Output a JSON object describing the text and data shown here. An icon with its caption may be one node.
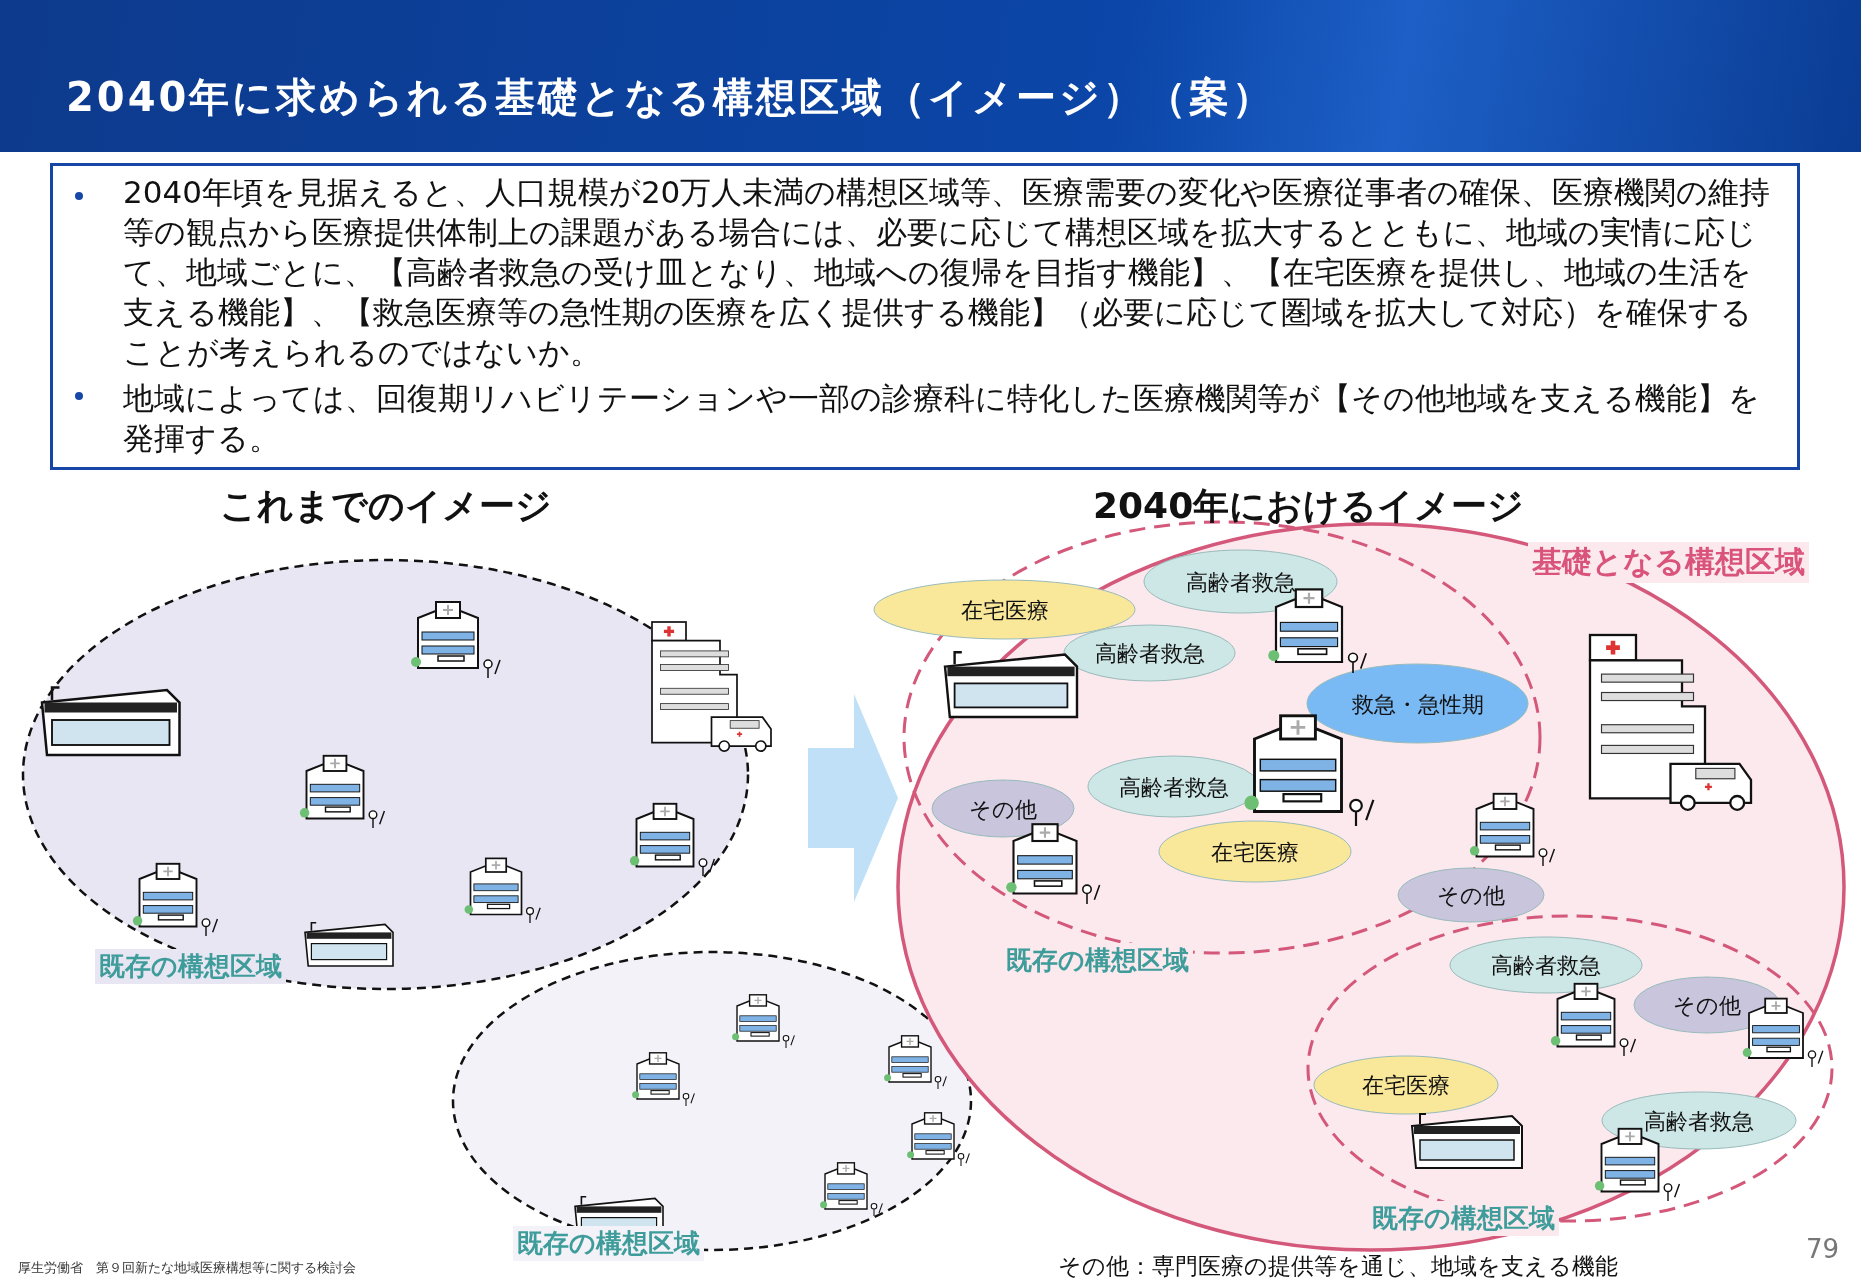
{
  "diagram": {
    "title": "2040年に求められる基礎となる構想区域（イメージ）（案）",
    "nodes": [
      {
        "text": [
          "2040年頃を見据えると、人口規模が20万人未満の構想区域等、医療需要の変化や医療従事者の確保、医療機関の維持等の観点から医療提供体制上の課題がある場合には、必要に応じて構想区域を拡大するとともに、地域の実情に応じて、地域ごとに、【高齢者救急の受け皿となり、地域への復帰を目指す機能】、【在宅医療を提供し、地域の生活を支える機能】、【救急医療等の急性期の医療を広く提供する機能】（必要に応じて圏域を拡大して対応）を確保することが考えられるのではないか。",
          "地域によっては、回復期リハビリテーションや一部の診療科に特化した医療機関等が【その他地域を支える機能】を発揮する。"
        ]
      },
      {
        "text": [
          "既存の構想区域"
        ]
      },
      {
        "text": [
          "既存の構想区域"
        ]
      },
      {
        "text": [
          "基礎となる構想区域"
        ]
      },
      {
        "text": [
          "既存の構想区域"
        ],
        "in": 3
      },
      {
        "text": [
          "既存の構想区域"
        ],
        "in": 3
      },
      {
        "text": [
          "在宅医療"
        ]
      },
      {
        "text": [
          "高齢者救急"
        ],
        "in": 4
      },
      {
        "text": [
          "高齢者救急"
        ],
        "in": 4
      },
      {
        "text": [
          "救急・急性期"
        ],
        "in": 4
      },
      {
        "text": [
          "高齢者救急"
        ],
        "in": 4
      },
      {
        "text": [
          "その他"
        ],
        "in": 4
      },
      {
        "text": [
          "在宅医療"
        ],
        "in": 4
      },
      {
        "text": [
          "その他"
        ],
        "in": 3
      },
      {
        "text": [
          "高齢者救急"
        ],
        "in": 5
      },
      {
        "text": [
          "その他"
        ],
        "in": 5
      },
      {
        "text": [
          "在宅医療"
        ],
        "in": 5
      },
      {
        "text": [
          "高齢者救急"
        ],
        "in": 5
      }
    ],
    "edges": [
      {
        "from": 1,
        "to": 3,
        "arrow": "to"
      }
    ],
    "labels": [
      "これまでのイメージ",
      "2040年におけるイメージ",
      "厚生労働省　第９回新たな地域医療構想等に関する検討会",
      "その他：専門医療の提供等を通じ、地域を支える機能",
      "79"
    ]
  }
}
